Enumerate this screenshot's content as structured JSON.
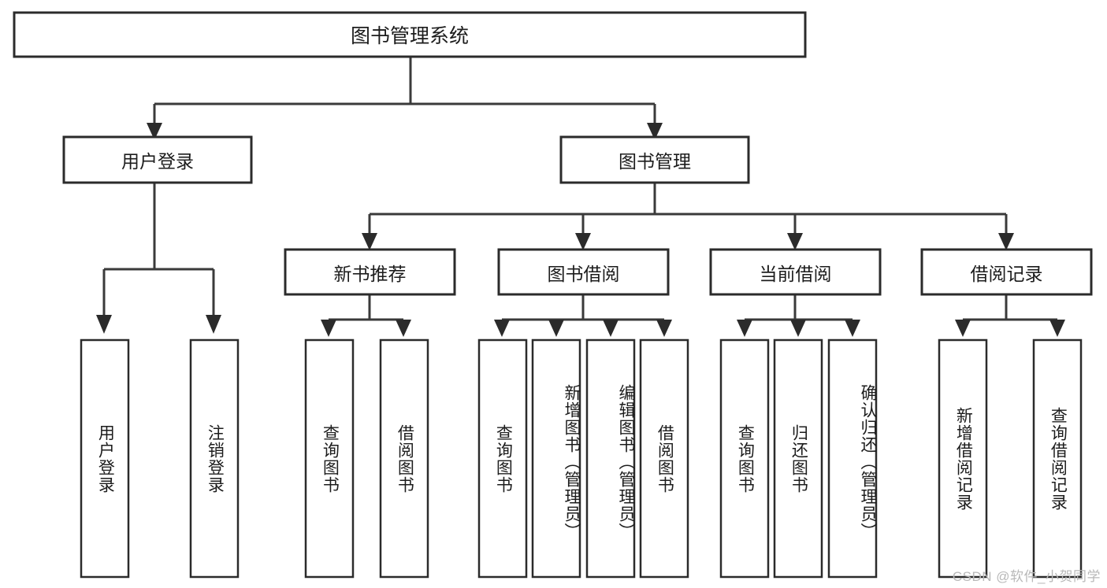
{
  "diagram": {
    "type": "tree-hierarchy",
    "title": "图书管理系统",
    "root": {
      "id": "root",
      "label": "图书管理系统"
    },
    "level2": [
      {
        "id": "user-login",
        "label": "用户登录"
      },
      {
        "id": "book-manage",
        "label": "图书管理"
      }
    ],
    "level3": [
      {
        "id": "new-book-rec",
        "label": "新书推荐",
        "parent": "book-manage"
      },
      {
        "id": "book-borrow",
        "label": "图书借阅",
        "parent": "book-manage"
      },
      {
        "id": "current-borrow",
        "label": "当前借阅",
        "parent": "book-manage"
      },
      {
        "id": "borrow-record",
        "label": "借阅记录",
        "parent": "book-manage"
      }
    ],
    "leaves": [
      {
        "id": "leaf-user-login",
        "label": "用户登录",
        "parent": "user-login"
      },
      {
        "id": "leaf-logout",
        "label": "注销登录",
        "parent": "user-login"
      },
      {
        "id": "leaf-query-book-1",
        "label": "查询图书",
        "parent": "new-book-rec"
      },
      {
        "id": "leaf-borrow-book-1",
        "label": "借阅图书",
        "parent": "new-book-rec"
      },
      {
        "id": "leaf-query-book-2",
        "label": "查询图书",
        "parent": "book-borrow"
      },
      {
        "id": "leaf-add-book",
        "label": "新增图书（管理员）",
        "parent": "book-borrow"
      },
      {
        "id": "leaf-edit-book",
        "label": "编辑图书（管理员）",
        "parent": "book-borrow"
      },
      {
        "id": "leaf-borrow-book-2",
        "label": "借阅图书",
        "parent": "book-borrow"
      },
      {
        "id": "leaf-query-book-3",
        "label": "查询图书",
        "parent": "current-borrow"
      },
      {
        "id": "leaf-return-book",
        "label": "归还图书",
        "parent": "current-borrow"
      },
      {
        "id": "leaf-confirm-return",
        "label": "确认归还（管理员）",
        "parent": "current-borrow"
      },
      {
        "id": "leaf-add-record",
        "label": "新增借阅记录",
        "parent": "borrow-record"
      },
      {
        "id": "leaf-query-record",
        "label": "查询借阅记录",
        "parent": "borrow-record"
      }
    ],
    "colors": {
      "background": "#ffffff",
      "box_fill": "#ffffff",
      "box_stroke": "#2b2b2b",
      "connector": "#3a3a3a",
      "text": "#1c1c1c",
      "watermark": "#b8b8b8"
    }
  },
  "watermark": {
    "text": "CSDN @软件_小贺同学"
  }
}
